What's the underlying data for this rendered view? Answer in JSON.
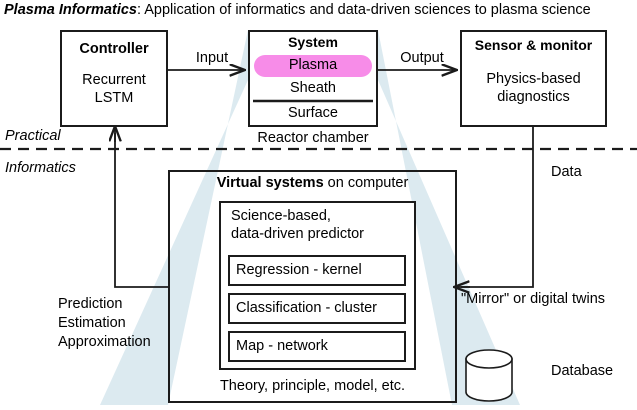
{
  "title": {
    "emphasis": "Plasma Informatics",
    "rest": ": Application of informatics and data-driven sciences to plasma science"
  },
  "controller": {
    "title": "Controller",
    "subtitle_line1": "Recurrent",
    "subtitle_line2": "LSTM"
  },
  "system": {
    "title": "System",
    "layer_plasma": "Plasma",
    "layer_sheath": "Sheath",
    "layer_surface": "Surface",
    "caption": "Reactor chamber",
    "plasma_color": "#f78ce8"
  },
  "sensor": {
    "title": "Sensor & monitor",
    "subtitle_line1": "Physics-based",
    "subtitle_line2": "diagnostics"
  },
  "flow_labels": {
    "input": "Input",
    "output": "Output",
    "data": "Data",
    "mirror": "\"Mirror\" or digital twins"
  },
  "divider": {
    "upper": "Practical",
    "lower": "Informatics"
  },
  "virtual": {
    "title_bold": "Virtual systems",
    "title_rest": " on computer",
    "predictor_line1": "Science-based,",
    "predictor_line2": "data-driven predictor",
    "methods": [
      "Regression - kernel",
      "Classification - cluster",
      "Map - network"
    ],
    "footer": "Theory, principle, model, etc."
  },
  "feedback": {
    "line1": "Prediction",
    "line2": "Estimation",
    "line3": "Approximation"
  },
  "database": {
    "label": "Database",
    "icon": "cylinder-icon"
  },
  "colors": {
    "cone": "#dceaf0",
    "stroke": "#1b1b1b",
    "plasma": "#f78ce8"
  }
}
